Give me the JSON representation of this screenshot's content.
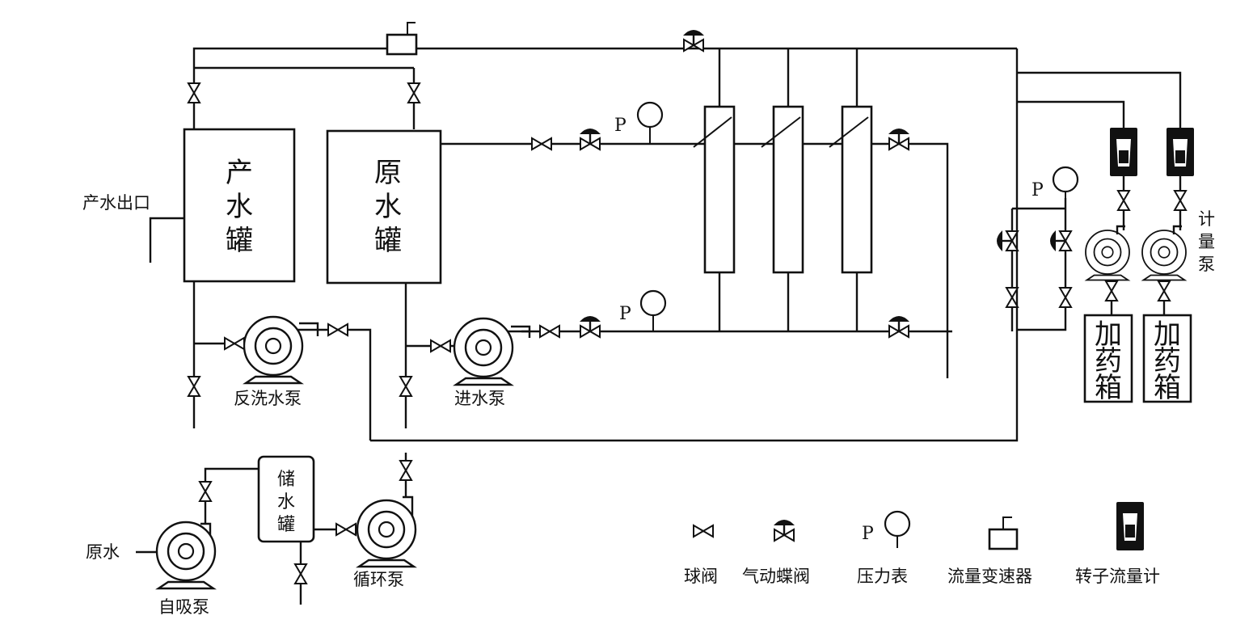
{
  "labels": {
    "product_tank": [
      "产",
      "水",
      "罐"
    ],
    "raw_tank": [
      "原",
      "水",
      "罐"
    ],
    "storage_tank": [
      "储",
      "水",
      "罐"
    ],
    "product_outlet": "产水出口",
    "backwash_pump": "反洗水泵",
    "feed_pump": "进水泵",
    "circulation_pump": "循环泵",
    "self_priming_pump": "自吸泵",
    "raw_water": "原水",
    "metering_pump": [
      "计",
      "量",
      "泵"
    ],
    "dosing_tank_1": [
      "加",
      "药",
      "箱"
    ],
    "dosing_tank_2": [
      "加",
      "药",
      "箱"
    ],
    "pressure_letter": "P"
  },
  "legend": {
    "ball_valve": "球阀",
    "pneumatic_butterfly_valve": "气动蝶阀",
    "pressure_gauge": "压力表",
    "flow_transmitter": "流量变速器",
    "rotameter": "转子流量计"
  }
}
